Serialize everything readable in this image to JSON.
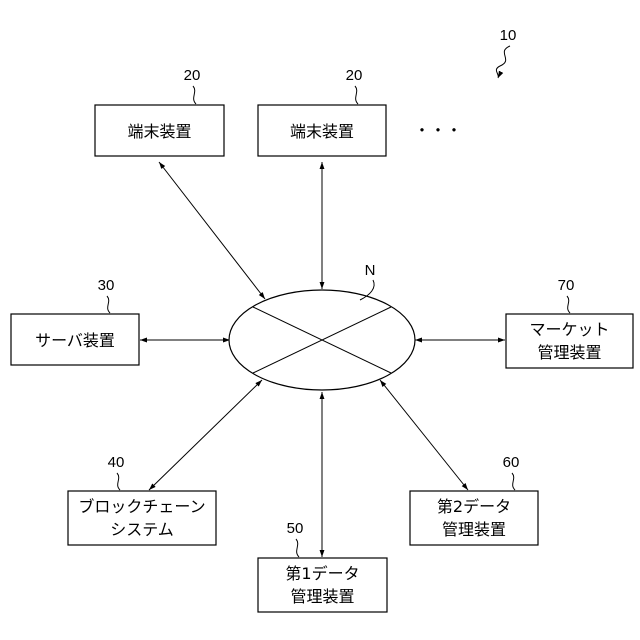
{
  "system_ref": "10",
  "network": {
    "label": "N"
  },
  "ellipsis": "・・・",
  "nodes": {
    "terminal_1": {
      "ref": "20",
      "lines": [
        "端末装置"
      ]
    },
    "terminal_2": {
      "ref": "20",
      "lines": [
        "端末装置"
      ]
    },
    "server": {
      "ref": "30",
      "lines": [
        "サーバ装置"
      ]
    },
    "blockchain": {
      "ref": "40",
      "lines": [
        "ブロックチェーン",
        "システム"
      ]
    },
    "data_mgr_1": {
      "ref": "50",
      "lines": [
        "第1データ",
        "管理装置"
      ]
    },
    "data_mgr_2": {
      "ref": "60",
      "lines": [
        "第2データ",
        "管理装置"
      ]
    },
    "market_mgr": {
      "ref": "70",
      "lines": [
        "マーケット",
        "管理装置"
      ]
    }
  }
}
